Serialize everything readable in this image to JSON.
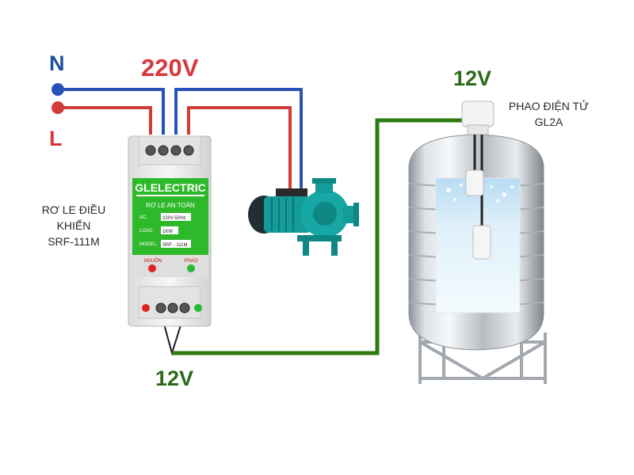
{
  "title": "",
  "supply": {
    "n_label": "N",
    "l_label": "L",
    "voltage_label": "220V"
  },
  "float_sensor": {
    "voltage_label": "12V",
    "name_line1": "PHAO ĐIỆN TỬ",
    "name_line2": "GL2A"
  },
  "relay_caption": {
    "line1": "RƠ LE ĐIỀU",
    "line2": "KHIỂN",
    "line3": "SRF-111M"
  },
  "control_wire_label": "12V",
  "relay_device": {
    "brand": "GLELECTRIC",
    "subtitle": "RƠ LE AN TOÀN",
    "specs": [
      {
        "key": "AC:",
        "value": "220V-50Hz"
      },
      {
        "key": "LOAD:",
        "value": "1KW"
      },
      {
        "key": "MODEL:",
        "value": "SRF - 111M"
      }
    ],
    "indicators": [
      {
        "label": "NGUỒN",
        "color": "#e02222"
      },
      {
        "label": "PHAO",
        "color": "#28b833"
      }
    ]
  },
  "colors": {
    "neutral_wire": "#2952b8",
    "live_wire": "#d33a3a",
    "signal_wire": "#2c7a12",
    "relay_green": "#2eb92a",
    "pump_teal": "#149c9a"
  }
}
